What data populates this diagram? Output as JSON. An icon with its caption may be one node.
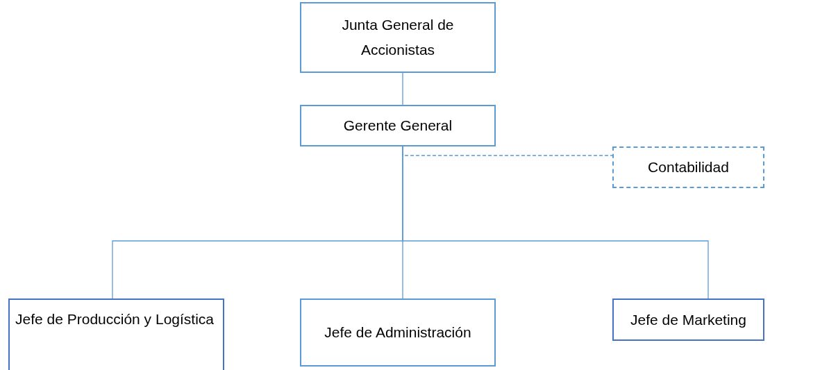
{
  "diagram": {
    "nodes": [
      {
        "text": [
          "Junta General de Accionistas"
        ]
      },
      {
        "text": [
          "Gerente General"
        ]
      },
      {
        "text": [
          "Contabilidad"
        ]
      },
      {
        "text": [
          "Jefe de Producción y Logística"
        ]
      },
      {
        "text": [
          "Jefe de Administración"
        ]
      },
      {
        "text": [
          "Jefe de Marketing"
        ]
      }
    ],
    "edges": [
      {
        "from": 0,
        "to": 1,
        "arrow": "none"
      },
      {
        "from": 1,
        "to": 2,
        "arrow": "none",
        "style": "dashed"
      },
      {
        "from": 1,
        "to": 3,
        "arrow": "none"
      },
      {
        "from": 1,
        "to": 4,
        "arrow": "none"
      },
      {
        "from": 1,
        "to": 5,
        "arrow": "none"
      }
    ]
  }
}
